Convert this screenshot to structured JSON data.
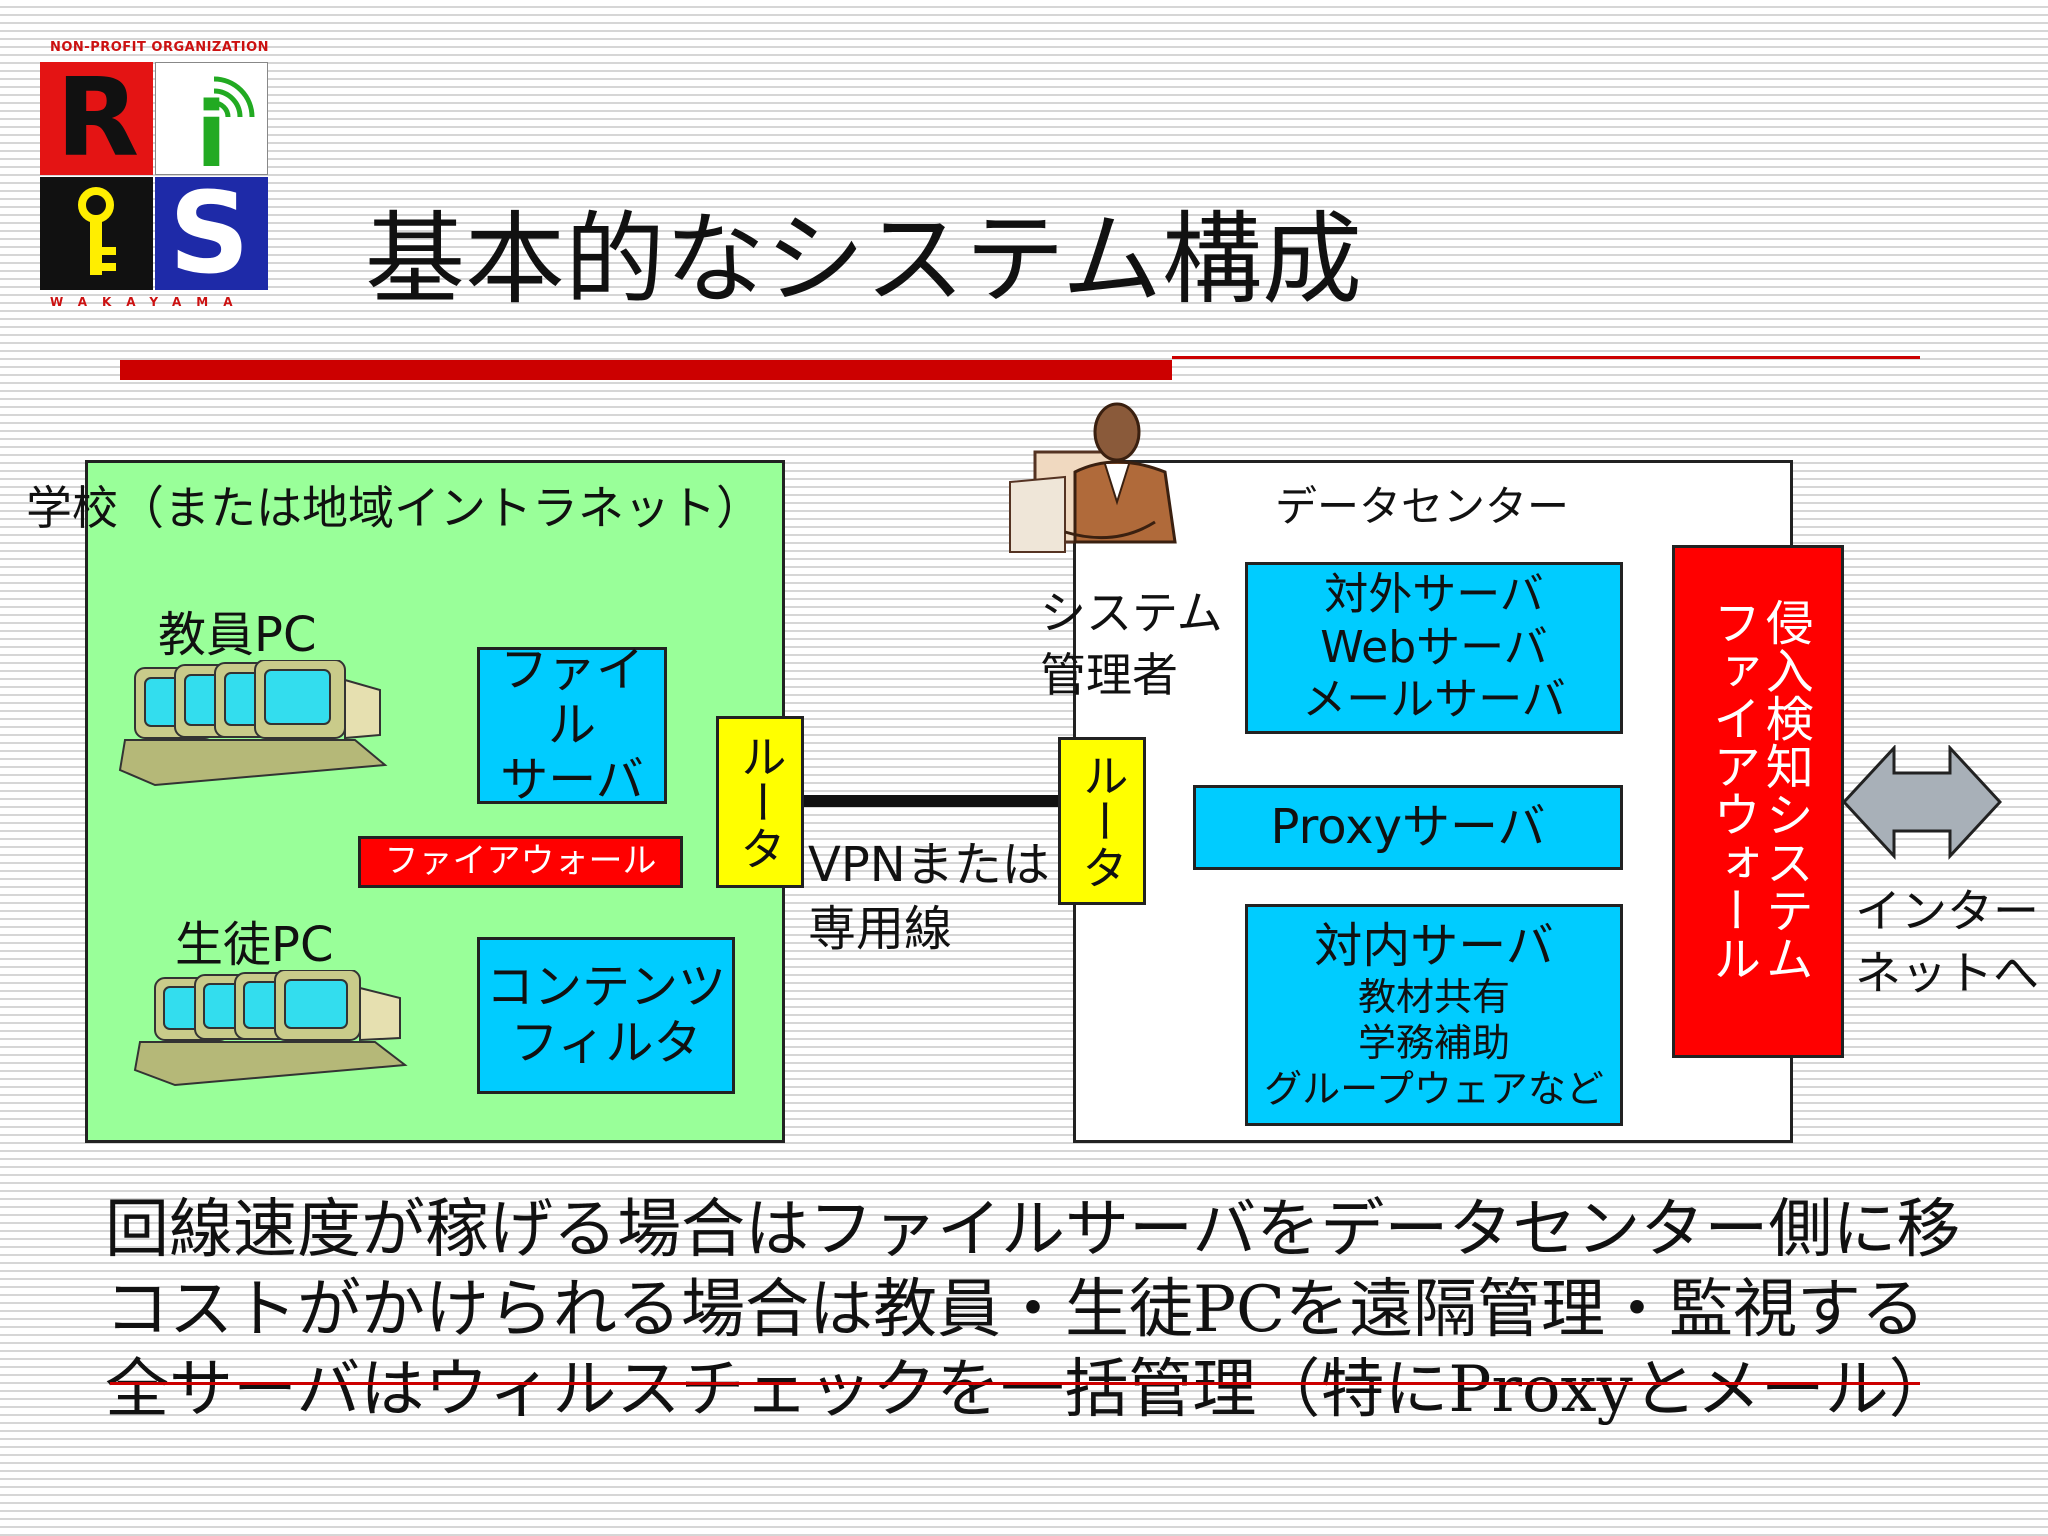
{
  "logo": {
    "org": "NON-PROFIT ORGANIZATION",
    "letters": [
      "R",
      "i",
      "S"
    ],
    "place": "WAKAYAMA"
  },
  "title": "基本的なシステム構成",
  "school": {
    "label": "学校（または地域イントラネット）",
    "teacher_pc": "教員PC",
    "student_pc": "生徒PC",
    "file_server": [
      "ファイル",
      "サーバ"
    ],
    "firewall": "ファイアウォール",
    "content_filter": [
      "コンテンツ",
      "フィルタ"
    ],
    "router": "ルータ"
  },
  "link": {
    "label": [
      "VPNまたは",
      "専用線"
    ]
  },
  "datacenter": {
    "label": "データセンター",
    "admin": [
      "システム",
      "管理者"
    ],
    "router": "ルータ",
    "external_server": [
      "対外サーバ",
      "Webサーバ",
      "メールサーバ"
    ],
    "proxy_server": "Proxyサーバ",
    "internal_server": [
      "対内サーバ",
      "教材共有",
      "学務補助",
      "グループウェアなど"
    ],
    "firewall_ids": [
      "ファイアウォール",
      "侵入検知システム"
    ]
  },
  "internet": [
    "インター",
    "ネットへ"
  ],
  "notes": [
    "回線速度が稼げる場合はファイルサーバをデータセンター側に移",
    "コストがかけられる場合は教員・生徒PCを遠隔管理・監視する",
    "全サーバはウィルスチェックを一括管理（特にProxyとメール）"
  ],
  "colors": {
    "school_bg": "#99ff99",
    "server": "#00ccff",
    "router": "#ffff00",
    "firewall": "#ff0000",
    "accent_rule": "#cc0000",
    "arrow": "#a8b0b8"
  }
}
